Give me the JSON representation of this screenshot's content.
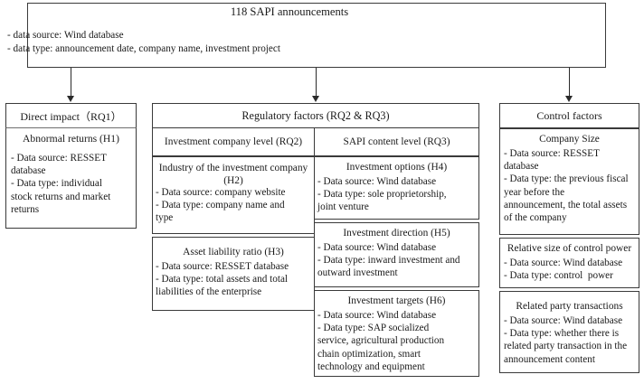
{
  "diagram": {
    "root": {
      "title": "118 SAPI announcements",
      "lines": "- data source: Wind database\n- data type: announcement date, company name, investment project"
    },
    "columns": [
      {
        "id": "direct-impact",
        "header": "Direct impact（RQ1）",
        "cards": [
          {
            "id": "h1",
            "title": "Abnormal returns (H1)",
            "body": "- Data source: RESSET\ndatabase\n- Data type: individual\nstock returns and market\nreturns"
          }
        ]
      },
      {
        "id": "regulatory-factors",
        "header": "Regulatory factors (RQ2 & RQ3)",
        "sub_headers": [
          "Investment company level (RQ2)",
          "SAPI content level (RQ3)"
        ],
        "cards_left": [
          {
            "id": "h2",
            "title": "Industry of the investment\ncompany (H2)",
            "body": "- Data source: company website\n- Data type: company name and\ntype"
          },
          {
            "id": "h3",
            "title": "Asset liability ratio (H3)",
            "body": "- Data source: RESSET database\n- Data type: total assets and total\nliabilities of the enterprise"
          }
        ],
        "cards_right": [
          {
            "id": "h4",
            "title": "Investment options (H4)",
            "body": "- Data source: Wind database\n- Data type: sole proprietorship,\njoint venture"
          },
          {
            "id": "h5",
            "title": "Investment direction (H5)",
            "body": "- Data source: Wind database\n- Data type: inward investment and\noutward investment"
          },
          {
            "id": "h6",
            "title": "Investment targets (H6)",
            "body": "- Data source: Wind database\n- Data type: SAP socialized\nservice, agricultural production\nchain optimization, smart\ntechnology and equipment"
          }
        ]
      },
      {
        "id": "control-factors",
        "header": "Control factors",
        "cards": [
          {
            "id": "c1",
            "title": "Company Size",
            "body": "- Data source: RESSET\ndatabase\n- Data type: the previous fiscal\nyear before the\nannouncement, the total assets\nof the company"
          },
          {
            "id": "c2",
            "title": "Relative size of control power",
            "body": "- Data source: Wind database\n- Data type: control  power"
          },
          {
            "id": "c3",
            "title": "Related party transactions",
            "body": "- Data source: Wind database\n- Data type: whether there is\nrelated party transaction in the\nannouncement content"
          }
        ]
      }
    ],
    "colors": {
      "border": "#3a3a3a",
      "connector": "#2a2a2a",
      "background": "#ffffff",
      "text": "#1a1a1a"
    }
  }
}
